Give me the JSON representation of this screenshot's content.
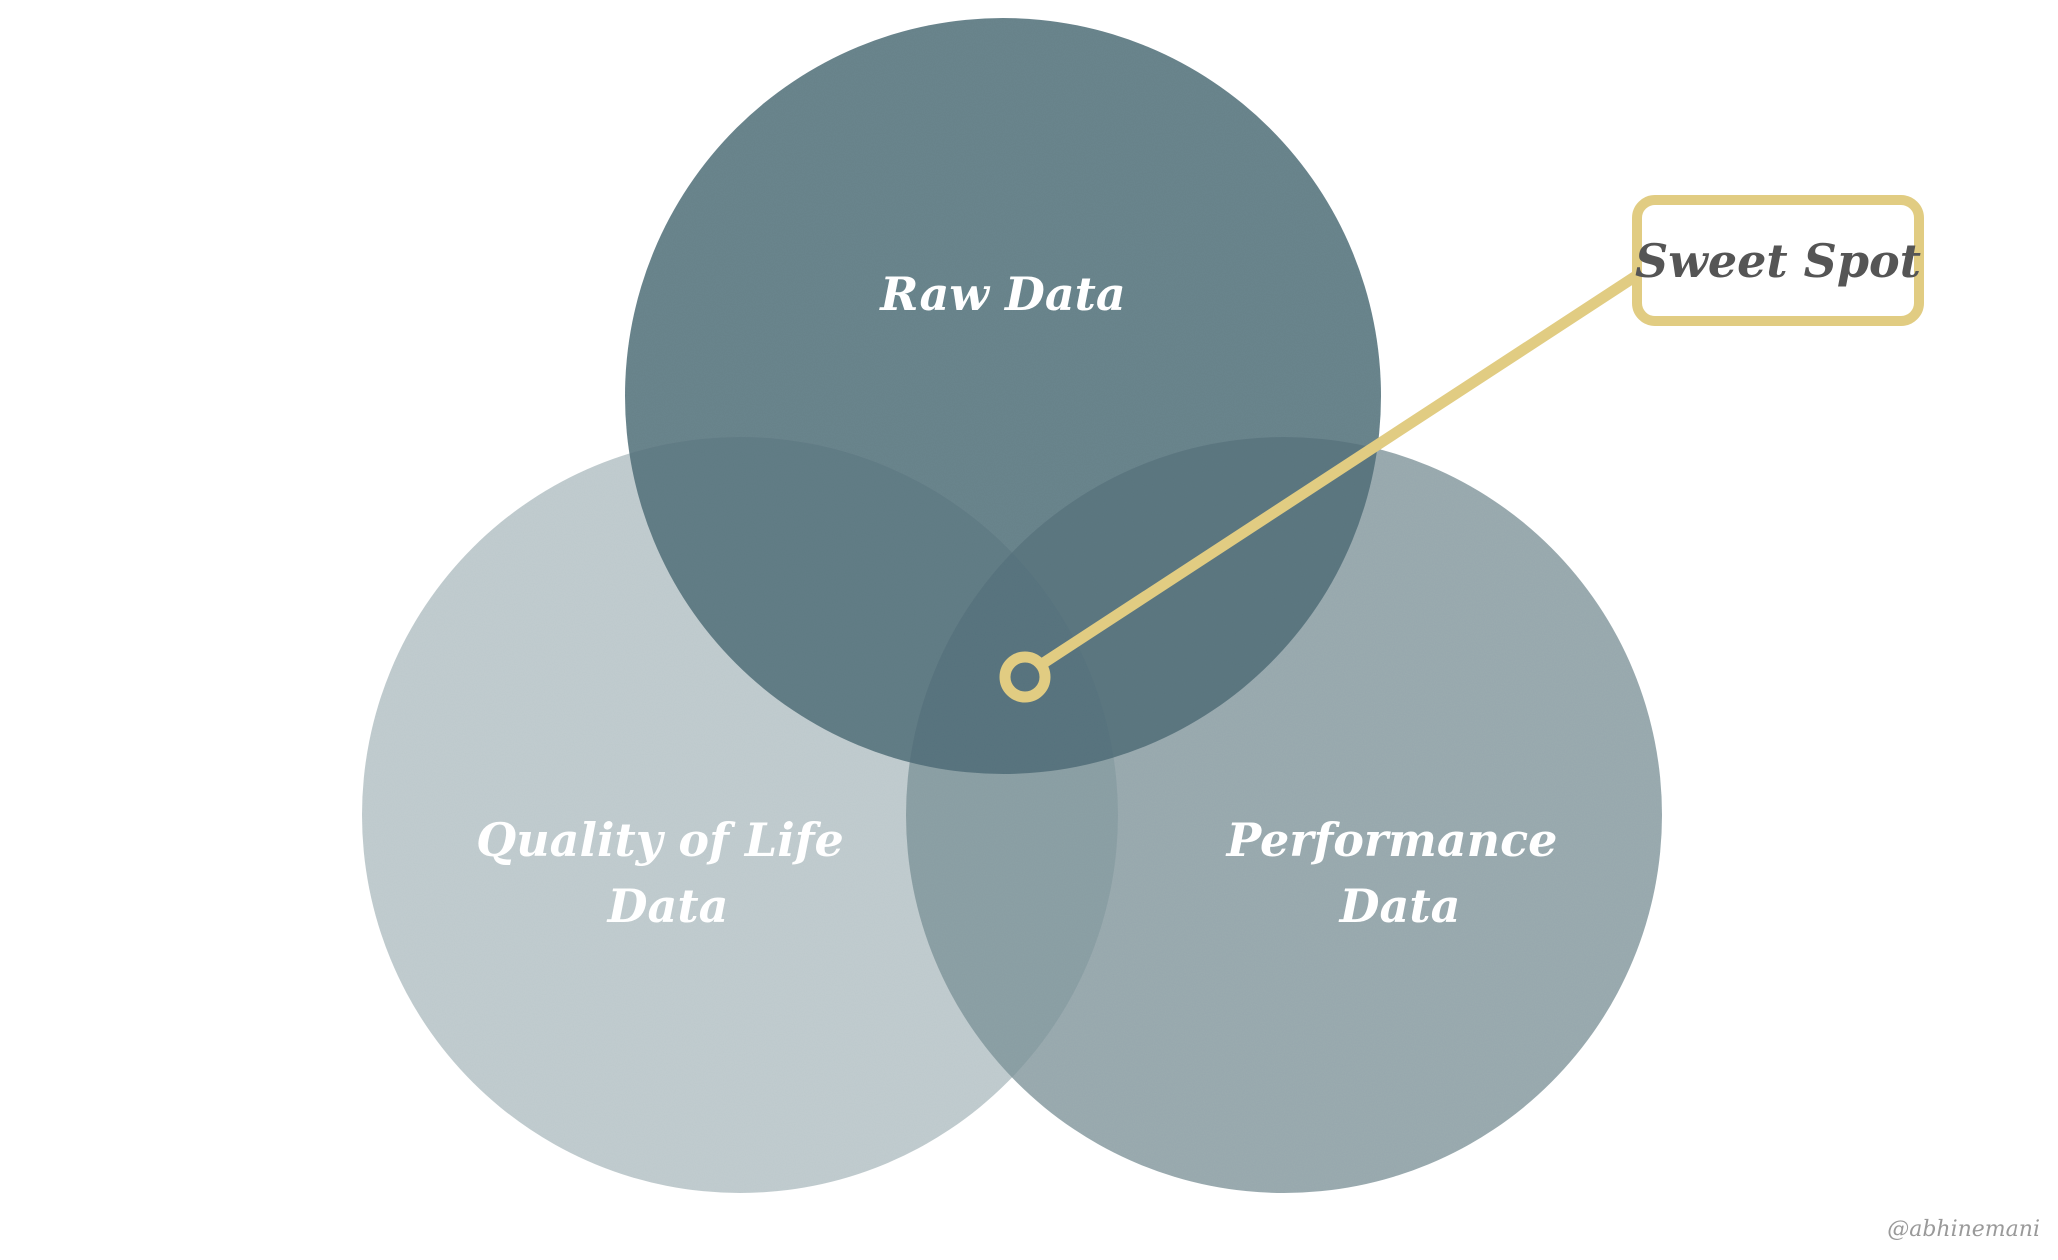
{
  "diagram": {
    "circles": [
      {
        "id": "quality-of-life",
        "lines": [
          "Quality of Life",
          "Data"
        ],
        "color": "#bdc9cc",
        "opacity": 0.92
      },
      {
        "id": "performance",
        "lines": [
          "Performance",
          "Data"
        ],
        "color": "#7f959b",
        "opacity": 0.78
      },
      {
        "id": "raw",
        "lines": [
          "Raw Data"
        ],
        "color": "#52707a",
        "opacity": 0.85
      }
    ],
    "callout": {
      "label": "Sweet Spot",
      "accent_color": "#e1cc82",
      "text_color": "#555555"
    },
    "label_color": "#ffffff",
    "credit": "@abhinemani",
    "credit_color": "#9a9a9a"
  }
}
